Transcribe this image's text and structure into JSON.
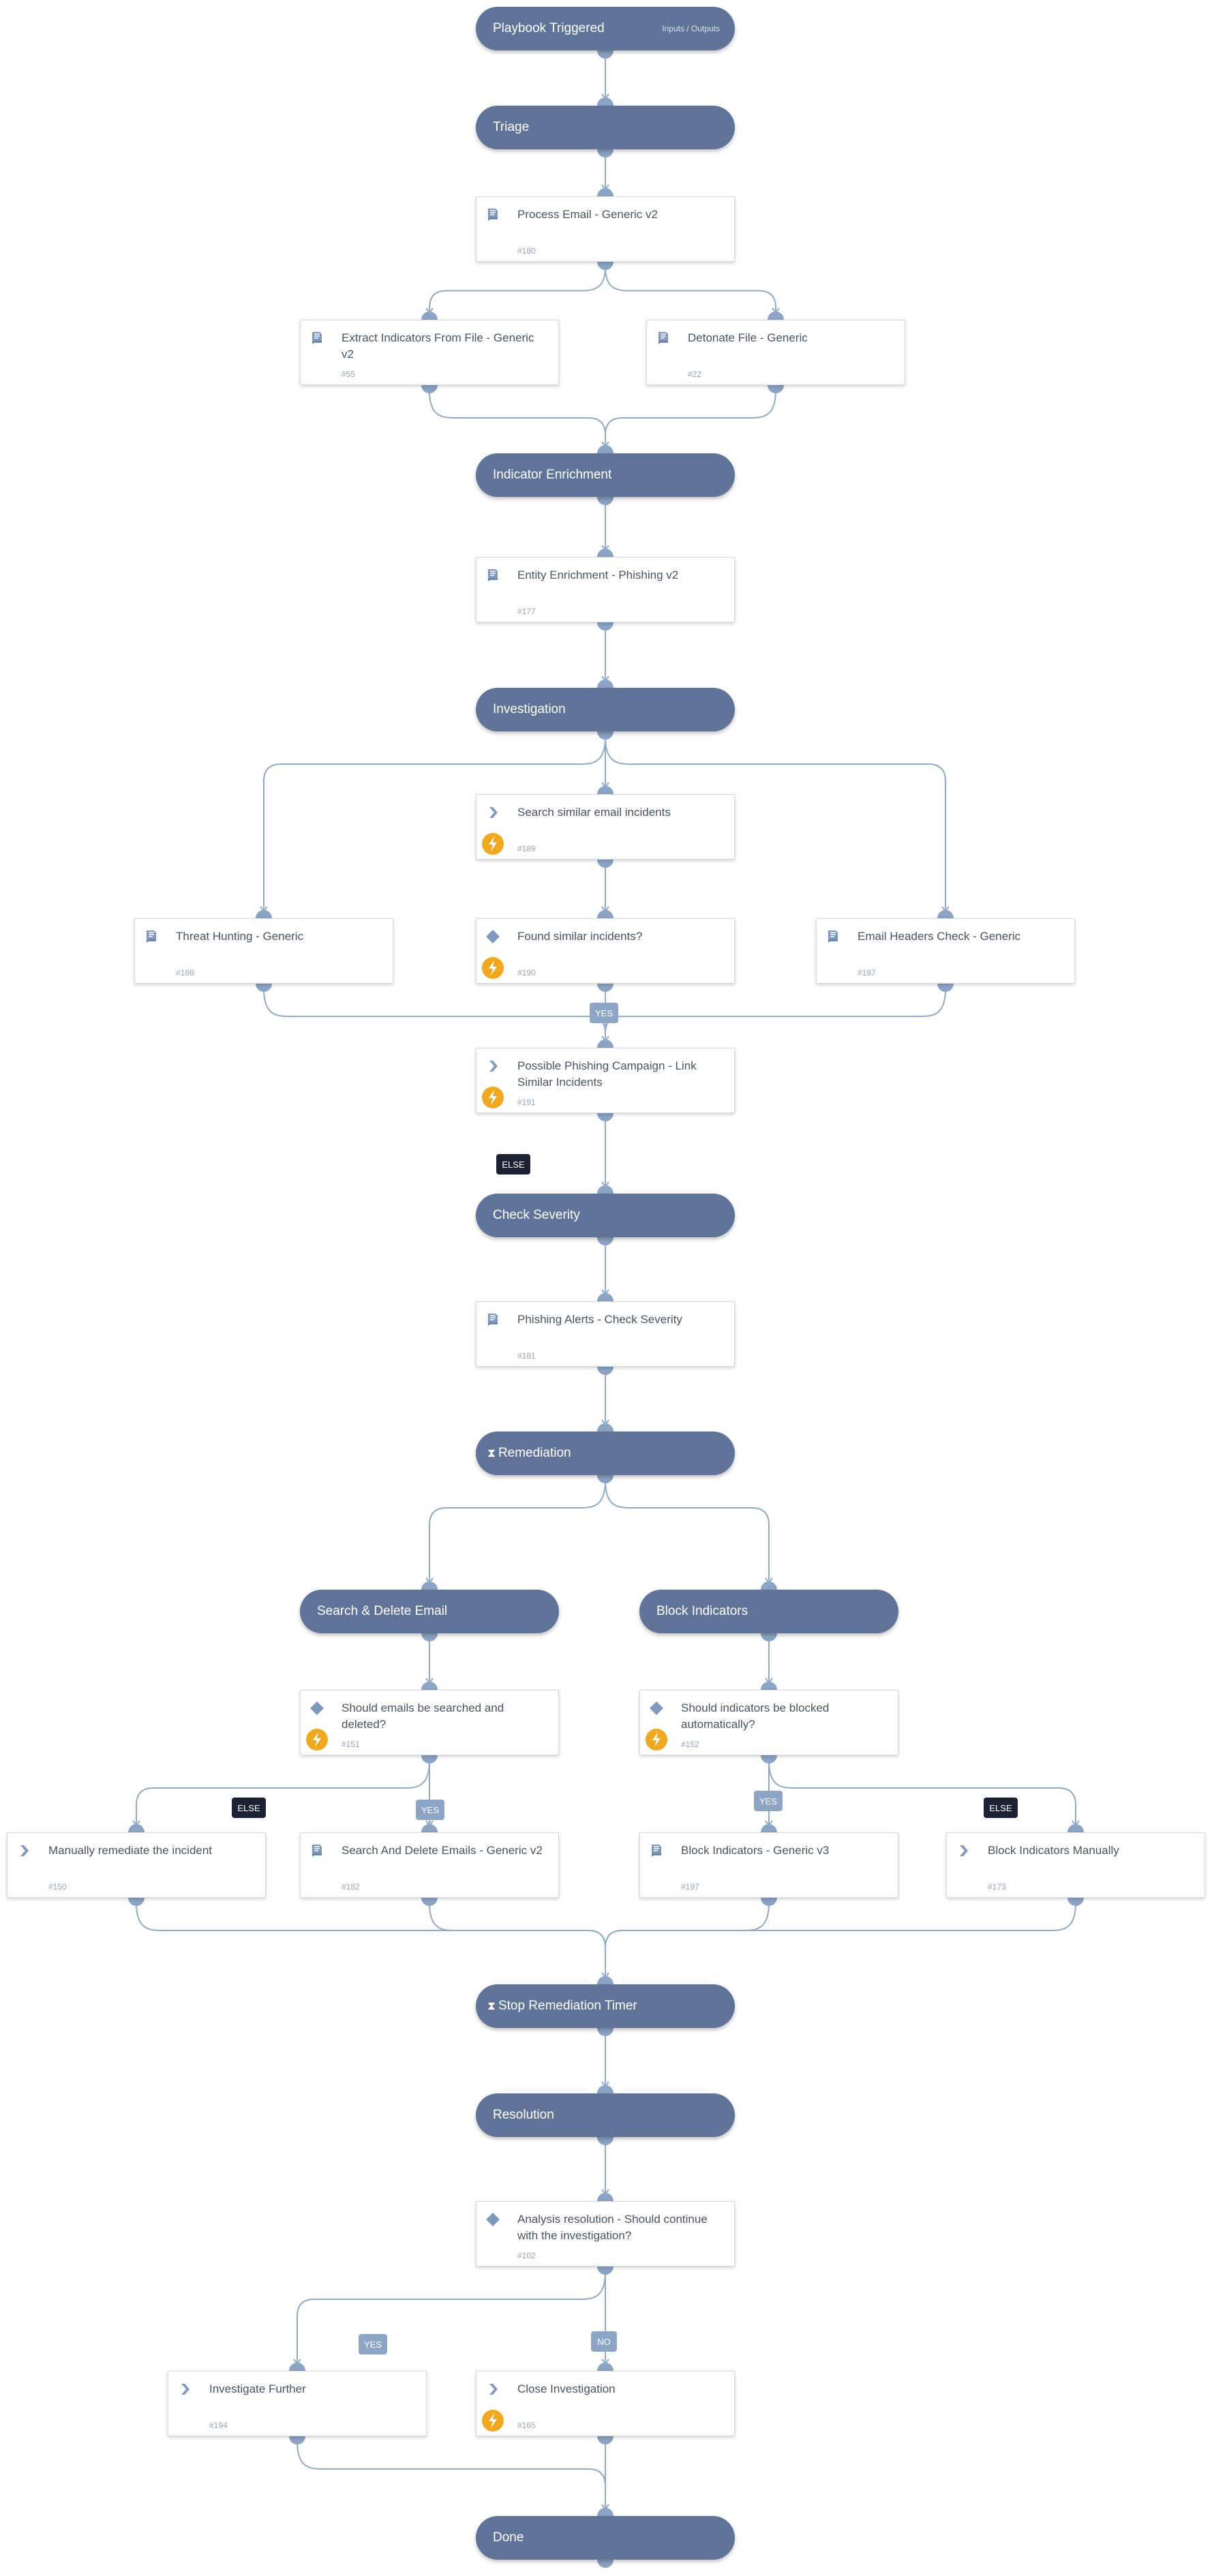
{
  "playbook": {
    "sections": [
      {
        "id": "s1",
        "label": "Playbook Triggered",
        "io_label": "Inputs / Outputs"
      },
      {
        "id": "s2",
        "label": "Triage"
      },
      {
        "id": "s3",
        "label": "Indicator Enrichment"
      },
      {
        "id": "s4",
        "label": "Investigation"
      },
      {
        "id": "s5",
        "label": "Check Severity"
      },
      {
        "id": "s6",
        "label": "Remediation",
        "icon": "hourglass-icon"
      },
      {
        "id": "s7",
        "label": "Search & Delete Email"
      },
      {
        "id": "s8",
        "label": "Block Indicators"
      },
      {
        "id": "s9",
        "label": "Stop Remediation Timer",
        "icon": "hourglass-icon"
      },
      {
        "id": "s10",
        "label": "Resolution"
      },
      {
        "id": "s11",
        "label": "Done"
      }
    ],
    "tasks": [
      {
        "id": "t180",
        "title": "Process Email - Generic v2",
        "number": "#180",
        "type": "playbook-icon"
      },
      {
        "id": "t55",
        "title": "Extract Indicators From File - Generic v2",
        "number": "#55",
        "type": "playbook-icon"
      },
      {
        "id": "t22",
        "title": "Detonate File - Generic",
        "number": "#22",
        "type": "playbook-icon"
      },
      {
        "id": "t177",
        "title": "Entity Enrichment - Phishing v2",
        "number": "#177",
        "type": "playbook-icon"
      },
      {
        "id": "t189",
        "title": "Search similar email incidents",
        "number": "#189",
        "type": "chevron-icon",
        "automated": true
      },
      {
        "id": "t188",
        "title": "Threat Hunting - Generic",
        "number": "#188",
        "type": "playbook-icon"
      },
      {
        "id": "t190",
        "title": "Found similar incidents?",
        "number": "#190",
        "type": "diamond-icon",
        "automated": true
      },
      {
        "id": "t187",
        "title": "Email Headers Check - Generic",
        "number": "#187",
        "type": "playbook-icon"
      },
      {
        "id": "t191",
        "title": "Possible Phishing Campaign - Link Similar Incidents",
        "number": "#191",
        "type": "chevron-icon",
        "automated": true
      },
      {
        "id": "t181",
        "title": "Phishing Alerts - Check Severity",
        "number": "#181",
        "type": "playbook-icon"
      },
      {
        "id": "t151",
        "title": "Should emails be searched and deleted?",
        "number": "#151",
        "type": "diamond-icon",
        "automated": true
      },
      {
        "id": "t152",
        "title": "Should indicators be blocked automatically?",
        "number": "#152",
        "type": "diamond-icon",
        "automated": true
      },
      {
        "id": "t150",
        "title": "Manually remediate the incident",
        "number": "#150",
        "type": "chevron-icon"
      },
      {
        "id": "t182",
        "title": "Search And Delete Emails - Generic v2",
        "number": "#182",
        "type": "playbook-icon"
      },
      {
        "id": "t197",
        "title": "Block Indicators - Generic v3",
        "number": "#197",
        "type": "playbook-icon"
      },
      {
        "id": "t173",
        "title": "Block Indicators Manually",
        "number": "#173",
        "type": "chevron-icon"
      },
      {
        "id": "t102",
        "title": "Analysis resolution - Should continue with the investigation?",
        "number": "#102",
        "type": "diamond-icon"
      },
      {
        "id": "t194",
        "title": "Investigate Further",
        "number": "#194",
        "type": "chevron-icon"
      },
      {
        "id": "t165",
        "title": "Close Investigation",
        "number": "#165",
        "type": "chevron-icon",
        "automated": true
      }
    ],
    "condition_labels": [
      {
        "id": "c1",
        "text": "YES",
        "kind": "yes"
      },
      {
        "id": "c2",
        "text": "ELSE",
        "kind": "else"
      },
      {
        "id": "c3",
        "text": "ELSE",
        "kind": "else"
      },
      {
        "id": "c4",
        "text": "YES",
        "kind": "yes"
      },
      {
        "id": "c5",
        "text": "YES",
        "kind": "yes"
      },
      {
        "id": "c6",
        "text": "ELSE",
        "kind": "else"
      },
      {
        "id": "c7",
        "text": "YES",
        "kind": "yes"
      },
      {
        "id": "c8",
        "text": "NO",
        "kind": "no"
      }
    ],
    "colors": {
      "section": "#5f7498",
      "edge": "#8fabcc",
      "port": "#8ba3c4",
      "automation": "#f2a81d",
      "else_label": "#1c2233",
      "yes_label": "#8ea6c6"
    }
  }
}
